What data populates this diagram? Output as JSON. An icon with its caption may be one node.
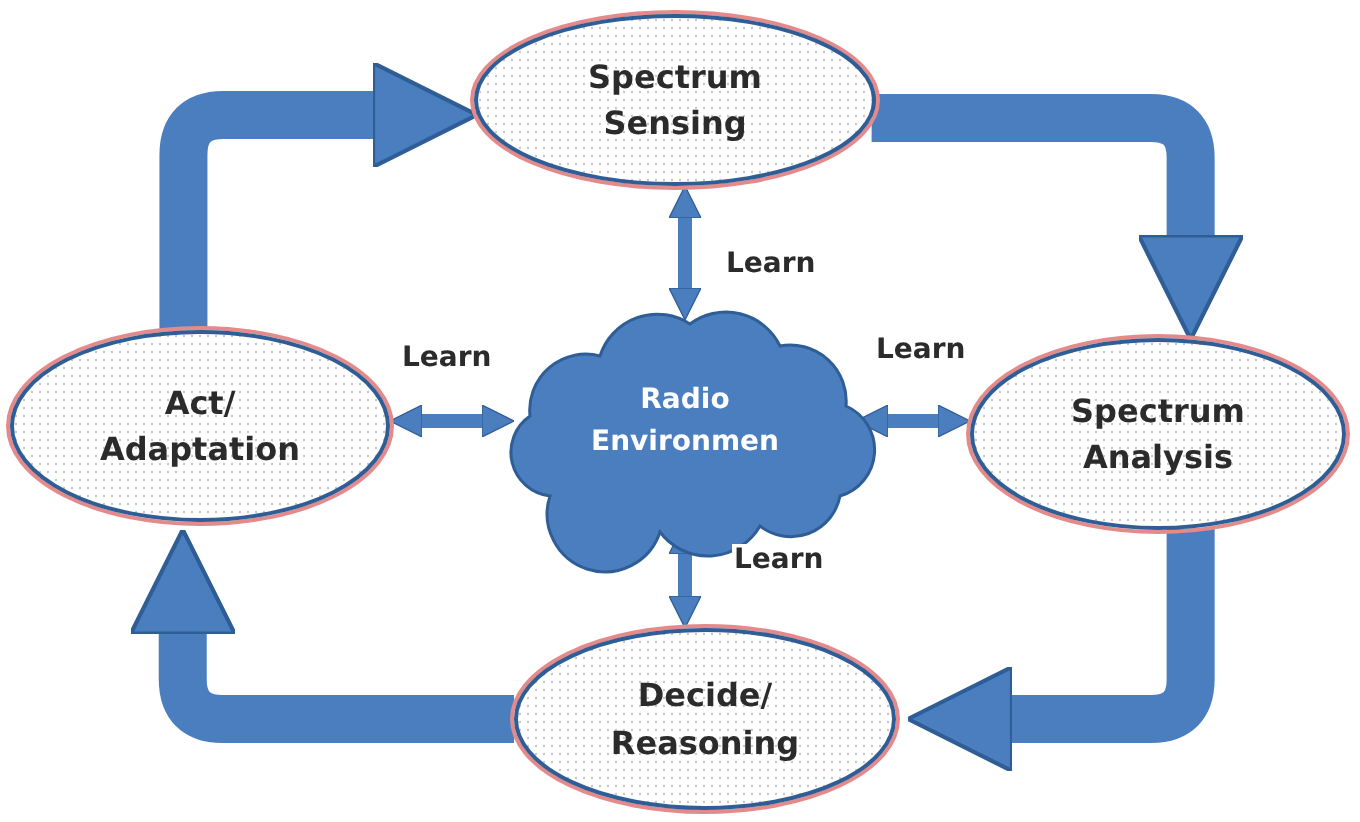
{
  "diagram": {
    "nodes": [
      {
        "text": [
          "Spectrum Sensing"
        ]
      },
      {
        "text": [
          "Spectrum Analysis"
        ]
      },
      {
        "text": [
          "Decide/ Reasoning"
        ]
      },
      {
        "text": [
          "Act/ Adaptation"
        ]
      },
      {
        "text": [
          "Radio Environmen"
        ]
      }
    ],
    "edges": [
      {
        "from": 0,
        "to": 1,
        "arrow": "to",
        "style": "thick"
      },
      {
        "from": 1,
        "to": 2,
        "arrow": "to",
        "style": "thick"
      },
      {
        "from": 2,
        "to": 3,
        "arrow": "to",
        "style": "thick"
      },
      {
        "from": 3,
        "to": 0,
        "arrow": "to",
        "style": "thick"
      },
      {
        "from": 4,
        "to": 0,
        "arrow": "both",
        "label": "Learn"
      },
      {
        "from": 4,
        "to": 3,
        "arrow": "both",
        "label": "Learn"
      },
      {
        "from": 4,
        "to": 1,
        "arrow": "both",
        "label": "Learn"
      },
      {
        "from": 4,
        "to": 2,
        "arrow": "both",
        "label": "Learn"
      }
    ]
  }
}
